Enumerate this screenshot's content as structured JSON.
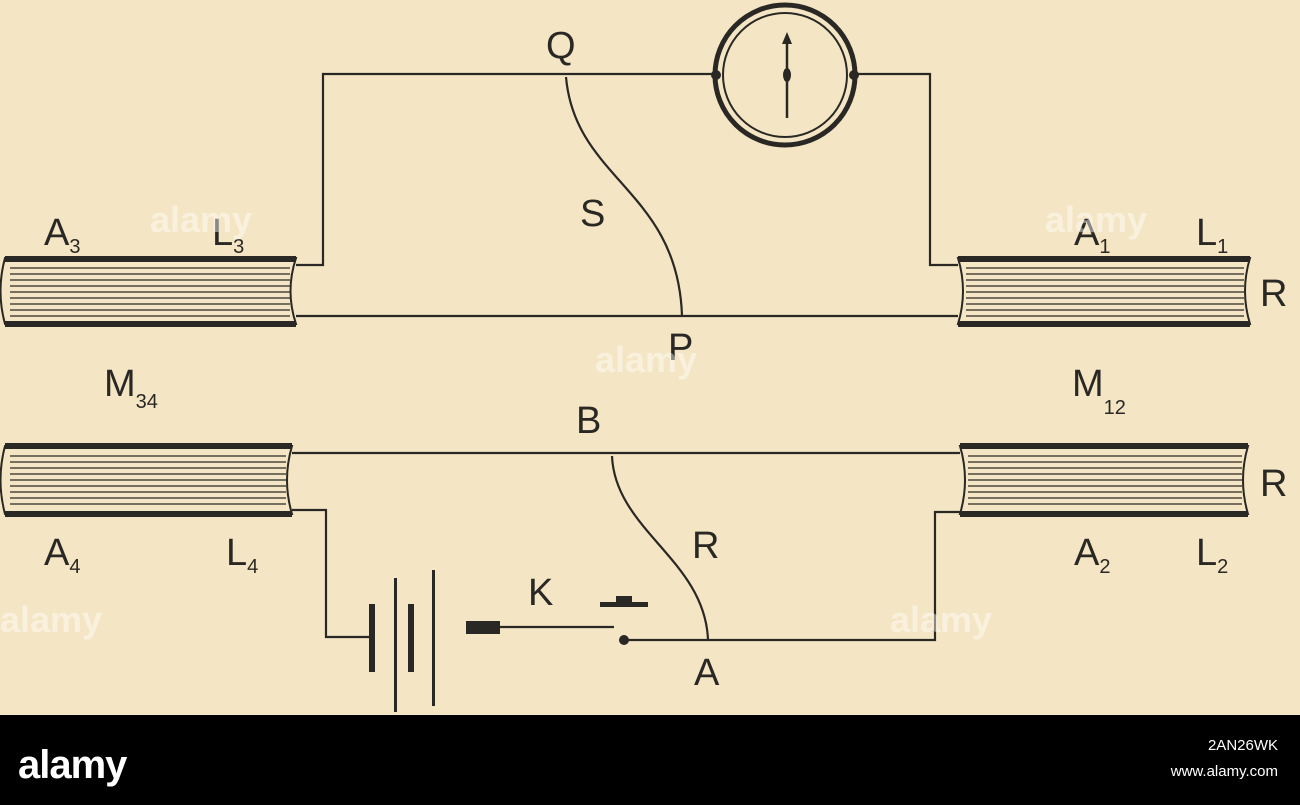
{
  "labels": {
    "Q": "Q",
    "S": "S",
    "P": "P",
    "B": "B",
    "R_mid": "R",
    "K": "K",
    "A": "A",
    "R_top": "R",
    "R_bottom": "R",
    "A3": {
      "main": "A",
      "sub": "3"
    },
    "L3": {
      "main": "L",
      "sub": "3"
    },
    "A1": {
      "main": "A",
      "sub": "1"
    },
    "L1": {
      "main": "L",
      "sub": "1"
    },
    "M34": {
      "main": "M",
      "sub": "34"
    },
    "M12": {
      "main": "M",
      "sub": "12"
    },
    "A4": {
      "main": "A",
      "sub": "4"
    },
    "L4": {
      "main": "L",
      "sub": "4"
    },
    "A2": {
      "main": "A",
      "sub": "2"
    },
    "L2": {
      "main": "L",
      "sub": "2"
    }
  },
  "watermark": "alamy",
  "footer": {
    "logo": "alamy",
    "image_id": "2AN26WK",
    "url": "www.alamy.com"
  },
  "colors": {
    "paper": "#f4e6c4",
    "ink": "#2a2824",
    "footer": "#000000"
  }
}
